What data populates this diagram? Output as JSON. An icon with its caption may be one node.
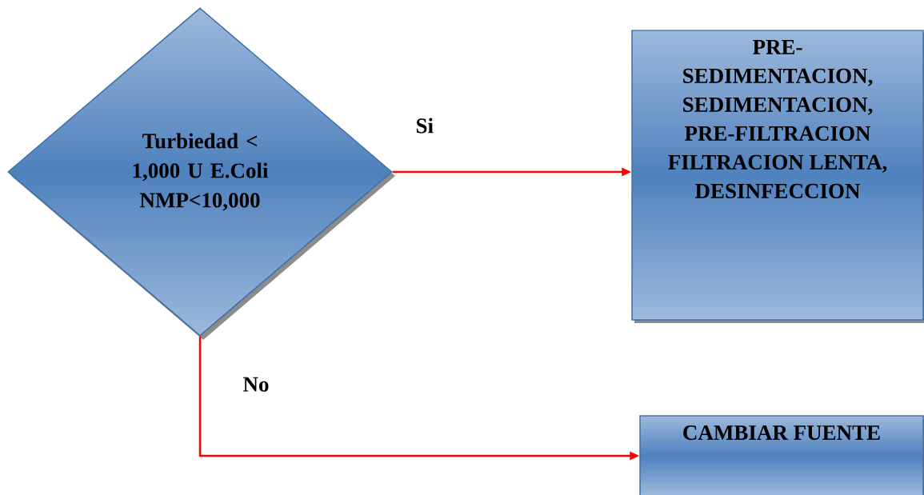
{
  "diagram": {
    "nodes": [
      {
        "text": [
          "Turbiedad < 1,000 U E.Coli NMP<10,000"
        ]
      },
      {
        "text": [
          "PRE-SEDIMENTACION, SEDIMENTACION, PRE-FILTRACION FILTRACION LENTA, DESINFECCION"
        ]
      },
      {
        "text": [
          "CAMBIAR FUENTE"
        ]
      }
    ],
    "edges": [
      {
        "from": 0,
        "to": 1,
        "arrow": "to",
        "label": "Si"
      },
      {
        "from": 0,
        "to": 2,
        "arrow": "to",
        "label": "No"
      }
    ]
  }
}
